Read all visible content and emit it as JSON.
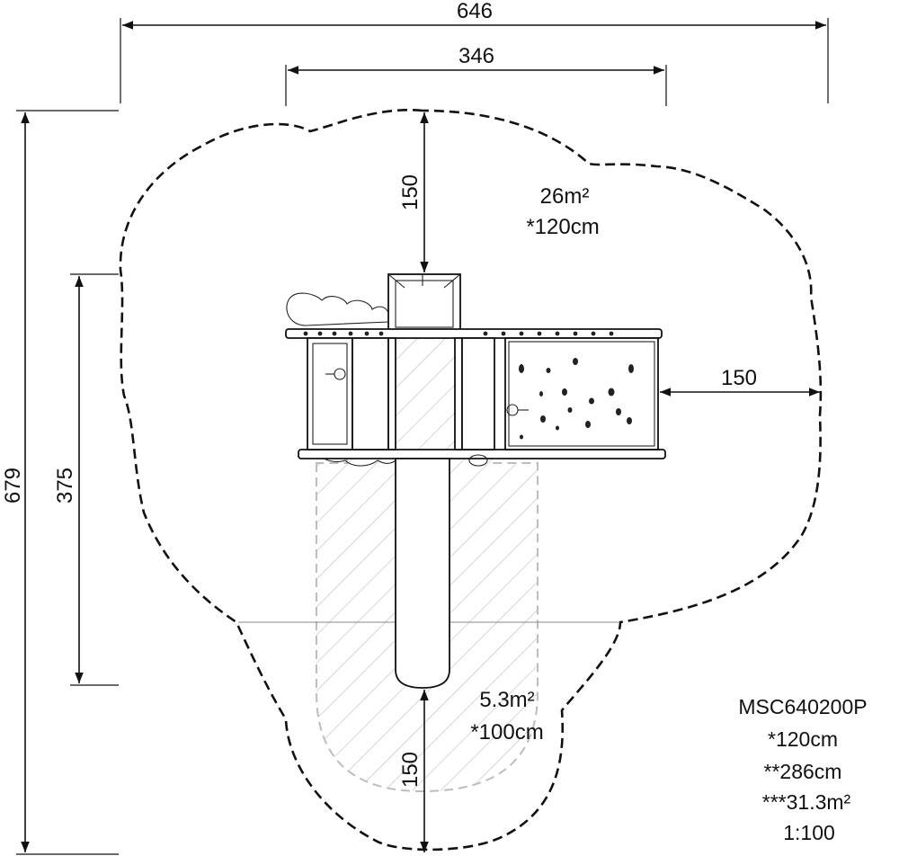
{
  "dimensions": {
    "overall_width": "646",
    "platform_width": "346",
    "overall_height": "679",
    "structure_height": "375",
    "clearance_top": "150",
    "clearance_right": "150",
    "clearance_bottom": "150"
  },
  "zones": {
    "main_area": "26m²",
    "main_fall_height": "*120cm",
    "slide_area": "5.3m²",
    "slide_fall_height": "*100cm"
  },
  "info": {
    "model": "MSC640200P",
    "fall_height": "*120cm",
    "total_height": "**286cm",
    "total_area": "***31.3m²",
    "scale": "1:100"
  }
}
